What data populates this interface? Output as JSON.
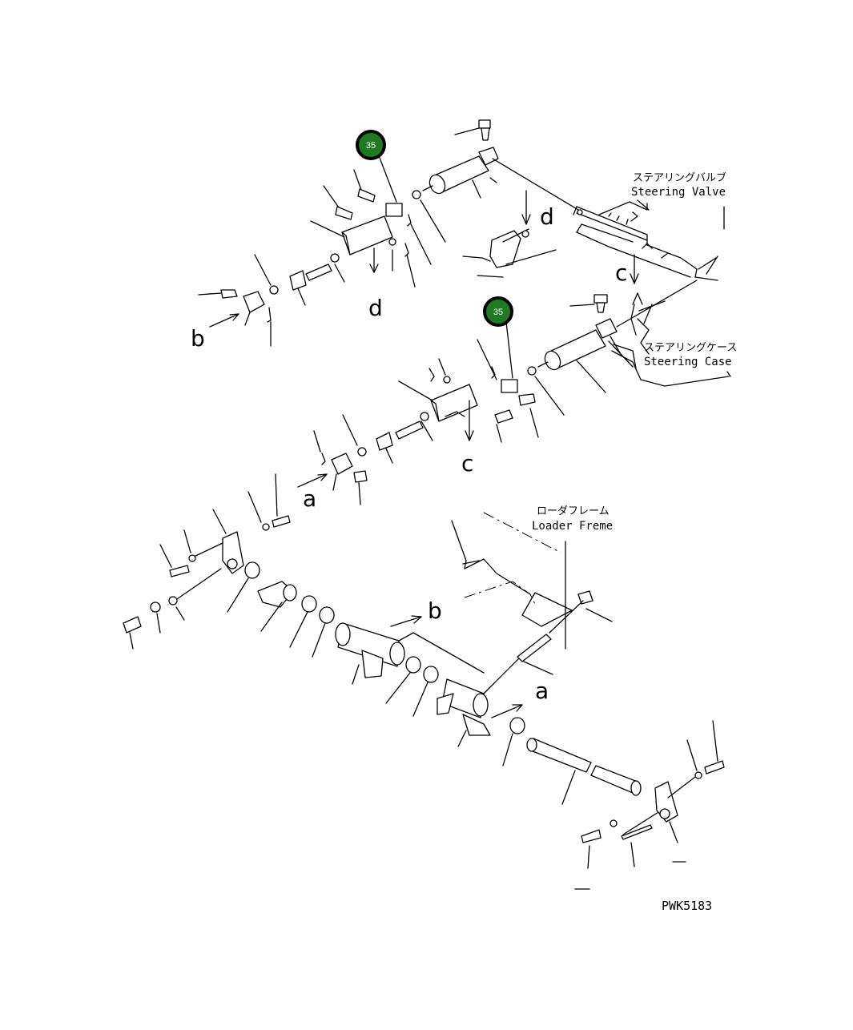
{
  "callouts": [
    {
      "text": "35"
    },
    {
      "text": "35"
    }
  ],
  "labels": {
    "steering_valve_jp": "ステアリングバルブ",
    "steering_valve_en": "Steering Valve",
    "steering_case_jp": "ステアリングケース",
    "steering_case_en": "Steering Case",
    "loader_frame_jp": "ローダフレーム",
    "loader_frame_en": "Loader Freme",
    "drawing_no": "PWK5183"
  },
  "letters": {
    "a1": "a",
    "a2": "a",
    "b1": "b",
    "b2": "b",
    "c1": "c",
    "c2": "c",
    "d1": "d",
    "d2": "d"
  },
  "colors": {
    "badge": "#1f7a22",
    "line": "#000000"
  }
}
